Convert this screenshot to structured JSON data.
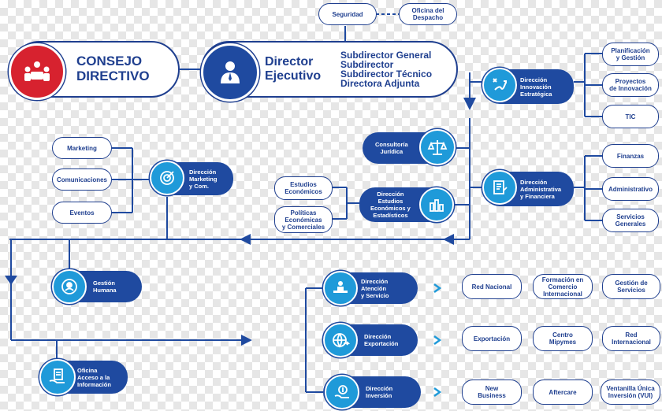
{
  "colors": {
    "navy": "#1f3f8f",
    "blue": "#1f4aa0",
    "cyan": "#1f9ad9",
    "red": "#d7222f"
  },
  "top": {
    "seguridad": "Seguridad",
    "oficina_despacho": "Oficina del\nDespacho"
  },
  "consejo": {
    "title": "CONSEJO\nDIRECTIVO",
    "icon": "meeting-group-icon"
  },
  "director": {
    "title": "Director\nEjecutivo",
    "icon": "executive-person-icon",
    "subs": [
      "Subdirector General",
      "Subdirector",
      "Subdirector Técnico",
      "Directora Adjunta"
    ]
  },
  "right_column": {
    "innovacion": {
      "label": "Dirección\nInnovación\nEstratégica",
      "icon": "strategy-icon",
      "items": [
        "Planificación\ny Gestión",
        "Proyectos\nde Innovación",
        "TIC"
      ]
    },
    "administrativa": {
      "label": "Dirección\nAdministrativa\ny Financiera",
      "icon": "finance-document-icon",
      "items": [
        "Finanzas",
        "Administrativo",
        "Servicios\nGenerales"
      ]
    }
  },
  "middle": {
    "consultoria": {
      "label": "Consultoría\nJurídica",
      "icon": "scales-icon"
    },
    "estudios": {
      "label": "Dirección\nEstudios\nEconómicos y\nEstadísticos",
      "icon": "bar-chart-icon",
      "items": [
        "Estudios\nEconómicos",
        "Políticas\nEconómicas\ny Comerciales"
      ]
    },
    "marketing": {
      "label": "Dirección\nMarketing\ny Com.",
      "icon": "target-icon",
      "items": [
        "Marketing",
        "Comunicaciones",
        "Eventos"
      ]
    }
  },
  "left": {
    "gestion": {
      "label": "Gestión\nHumana",
      "icon": "person-cycle-icon"
    },
    "oficina": {
      "label": "Oficina\nAcceso a la\nInformación",
      "icon": "document-hand-icon"
    }
  },
  "bottom": {
    "atencion": {
      "label": "Dirección\nAtención\ny Servicio",
      "icon": "service-desk-icon",
      "items": [
        "Red Nacional",
        "Formación en\nComercio\nInternacional",
        "Gestión de\nServicios"
      ]
    },
    "exportacion": {
      "label": "Dirección\nExportación",
      "icon": "globe-arrow-icon",
      "items": [
        "Exportación",
        "Centro\nMipymes",
        "Red\nInternacional"
      ]
    },
    "inversion": {
      "label": "Dirección\nInversión",
      "icon": "money-hand-icon",
      "items": [
        "New\nBusiness",
        "Aftercare",
        "Ventanilla Única\nInversión (VUI)"
      ]
    }
  }
}
